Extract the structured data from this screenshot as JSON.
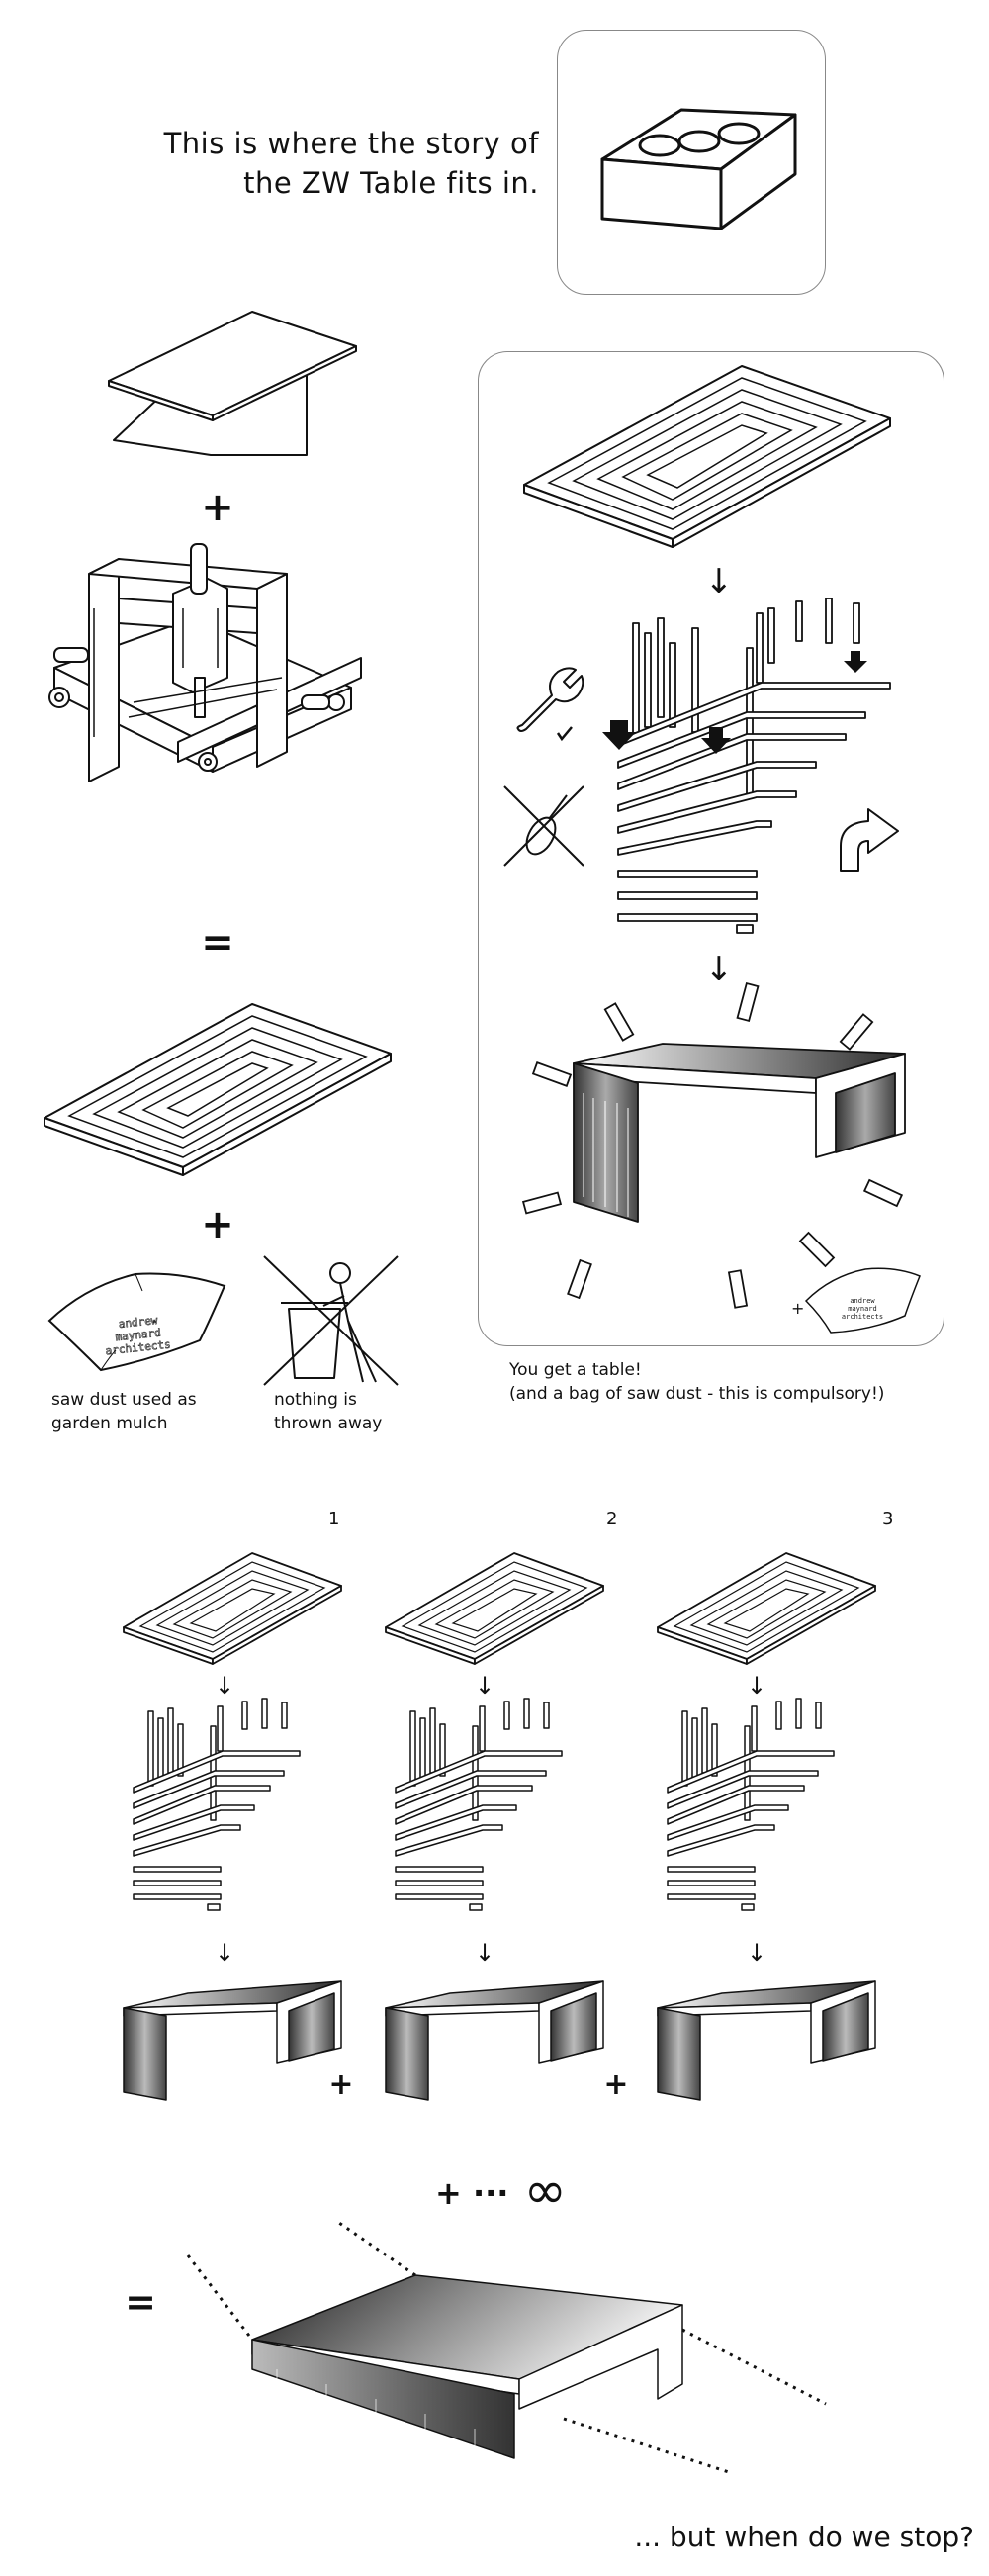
{
  "intro": {
    "title_line1": "This is where the story of",
    "title_line2": "the ZW Table fits in."
  },
  "equation": {
    "plus": "+",
    "equals": "="
  },
  "outputs": {
    "saw_dust_caption": "saw dust used as garden mulch",
    "nothing_thrown_caption": "nothing is thrown away",
    "bag_stamp_text": "andrew maynard architects"
  },
  "result": {
    "line1": "You get a table!",
    "line2": "(and a bag of saw dust - this is compulsory!)",
    "small_plus": "+"
  },
  "series": {
    "numbers": [
      "1",
      "2",
      "3"
    ],
    "plus": "+",
    "continuation": "+ ···",
    "infinity": "∞",
    "equals": "=",
    "question": "... but when do we stop?"
  }
}
